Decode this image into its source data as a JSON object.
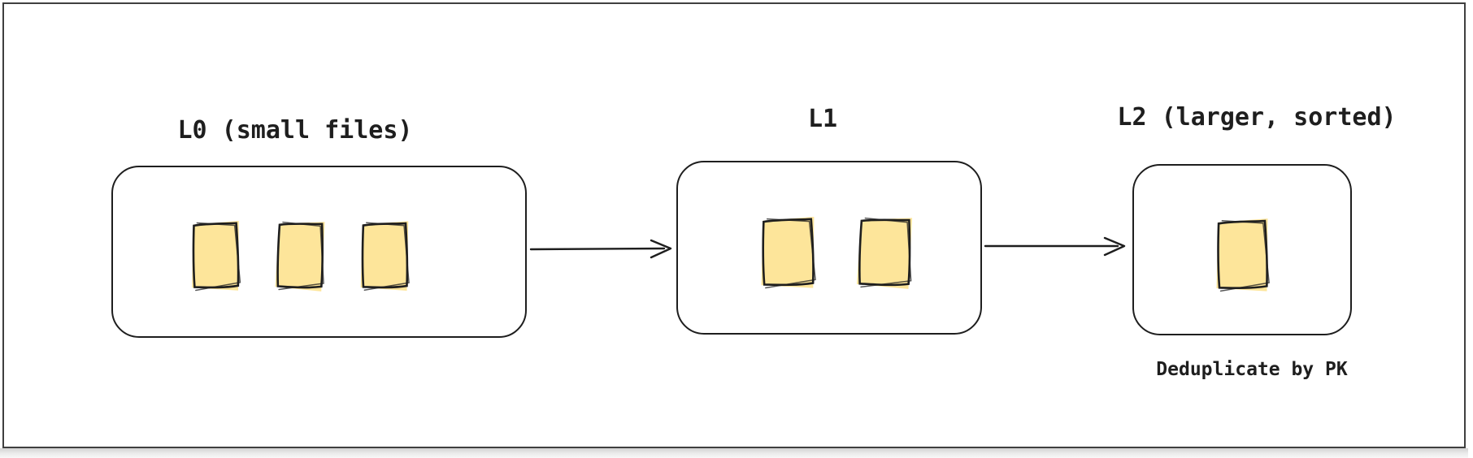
{
  "diagram": {
    "type": "flow",
    "levels": [
      {
        "id": "L0",
        "label": "L0 (small files)",
        "file_count": 3
      },
      {
        "id": "L1",
        "label": "L1",
        "file_count": 2
      },
      {
        "id": "L2",
        "label": "L2 (larger, sorted)",
        "file_count": 1
      }
    ],
    "arrows": [
      {
        "from": "L0",
        "to": "L1"
      },
      {
        "from": "L1",
        "to": "L2"
      }
    ],
    "annotations": [
      {
        "text": "Deduplicate by PK",
        "attached_to": "L2"
      }
    ],
    "colors": {
      "stroke": "#1e1e1e",
      "file_fill": "#fde59a",
      "frame_border": "#3f3f3f",
      "canvas_bg": "#ffffff"
    }
  }
}
